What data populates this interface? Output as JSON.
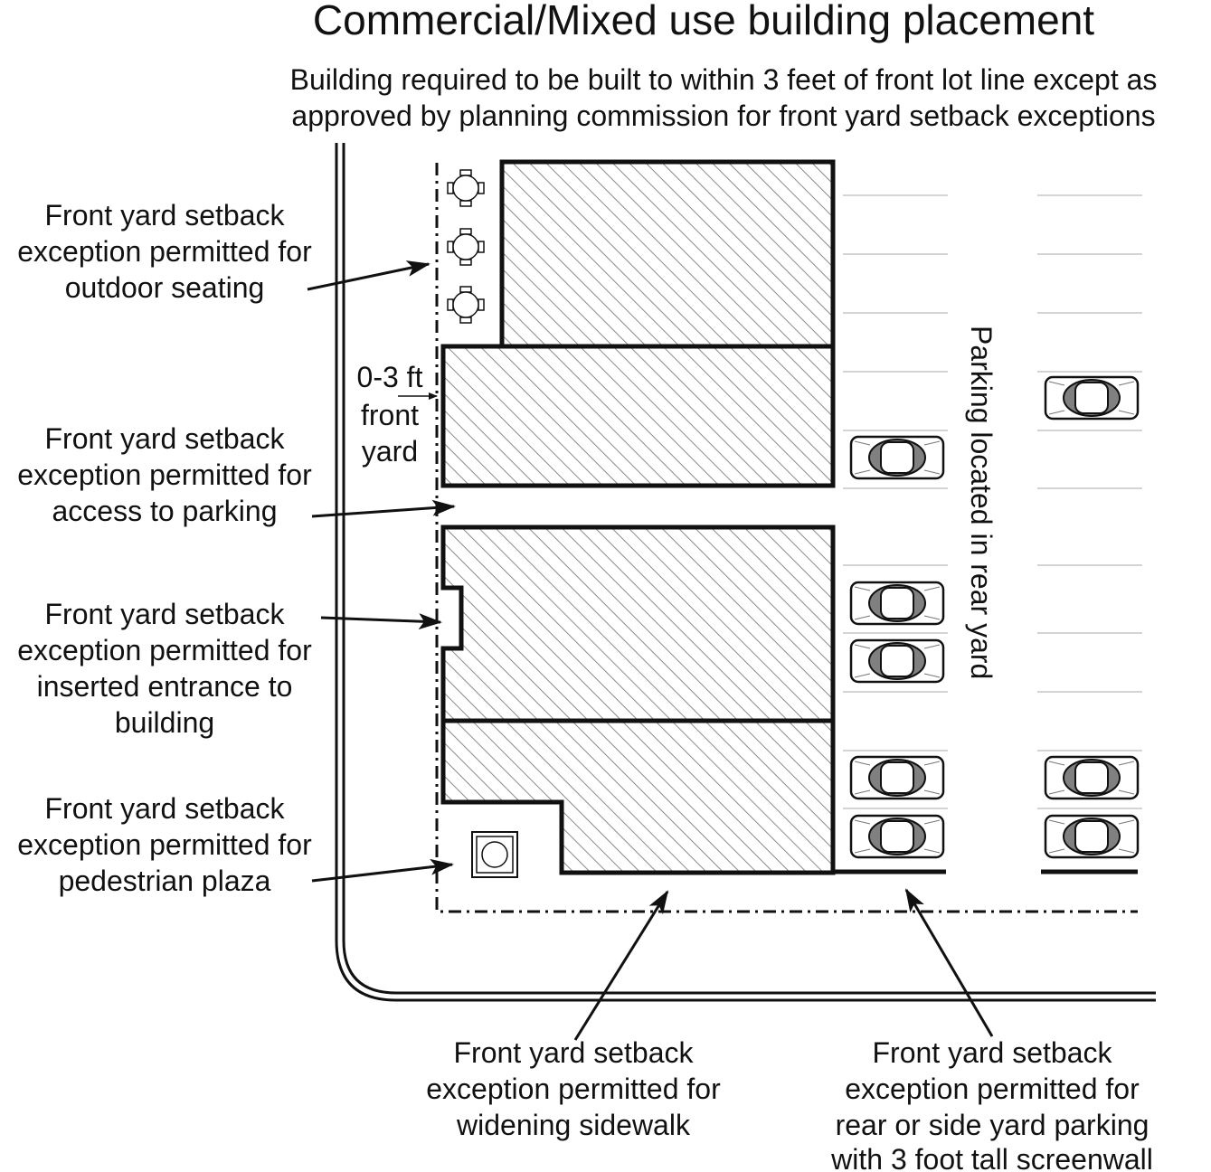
{
  "title": "Commercial/Mixed use building placement",
  "subtitle": [
    "Building required to be built to within 3 feet of front lot line except as",
    "approved by planning commission for front yard setback exceptions"
  ],
  "labels": {
    "outdoor_seating": [
      "Front yard setback",
      "exception permitted for",
      "outdoor seating"
    ],
    "access_parking": [
      "Front yard setback",
      "exception permitted for",
      "access to parking"
    ],
    "inserted_entrance": [
      "Front yard setback",
      "exception permitted for",
      "inserted entrance to",
      "building"
    ],
    "pedestrian_plaza": [
      "Front yard setback",
      "exception permitted for",
      "pedestrian plaza"
    ],
    "widening_sidewalk": [
      "Front yard setback",
      "exception permitted for",
      "widening sidewalk"
    ],
    "rear_side_parking": [
      "Front yard setback",
      "exception permitted for",
      "rear or side yard parking",
      "with 3 foot tall screenwall"
    ],
    "front_yard_dim": [
      "0-3 ft",
      "front",
      "yard"
    ],
    "parking_rear": "Parking located in rear yard"
  },
  "colors": {
    "line": "#111111",
    "hatch": "#8a8a8a",
    "car_window": "#808080"
  }
}
